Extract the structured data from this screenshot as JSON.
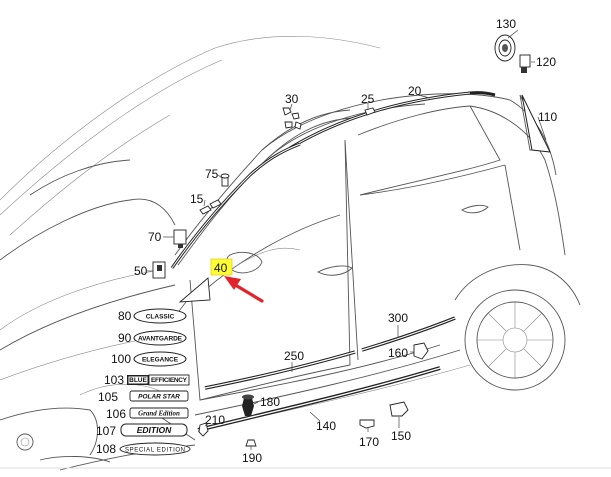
{
  "colors": {
    "highlight": "#ffff33",
    "arrow": "#e4222b",
    "line": "#555555"
  },
  "callouts": {
    "c130": "130",
    "c120": "120",
    "c110": "110",
    "c30": "30",
    "c25": "25",
    "c20": "20",
    "c75": "75",
    "c15": "15",
    "c70": "70",
    "c50": "50",
    "c40": "40",
    "c300": "300",
    "c250": "250",
    "c160": "160",
    "c180": "180",
    "c210": "210",
    "c140": "140",
    "c170": "170",
    "c150": "150",
    "c190": "190",
    "c80": "80",
    "c90": "90",
    "c100": "100",
    "c103": "103",
    "c105": "105",
    "c106": "106",
    "c107": "107",
    "c108": "108"
  },
  "badges": {
    "classic": "CLASSIC",
    "avantgarde": "AVANTGARDE",
    "elegance": "ELEGANCE",
    "blue_efficiency_a": "BLUE",
    "blue_efficiency_b": "EFFICIENCY",
    "polar_star": "POLAR STAR",
    "grand_edition": "Grand Edition",
    "edition": "EDITION",
    "special_edition": "SPECIAL EDITION"
  }
}
